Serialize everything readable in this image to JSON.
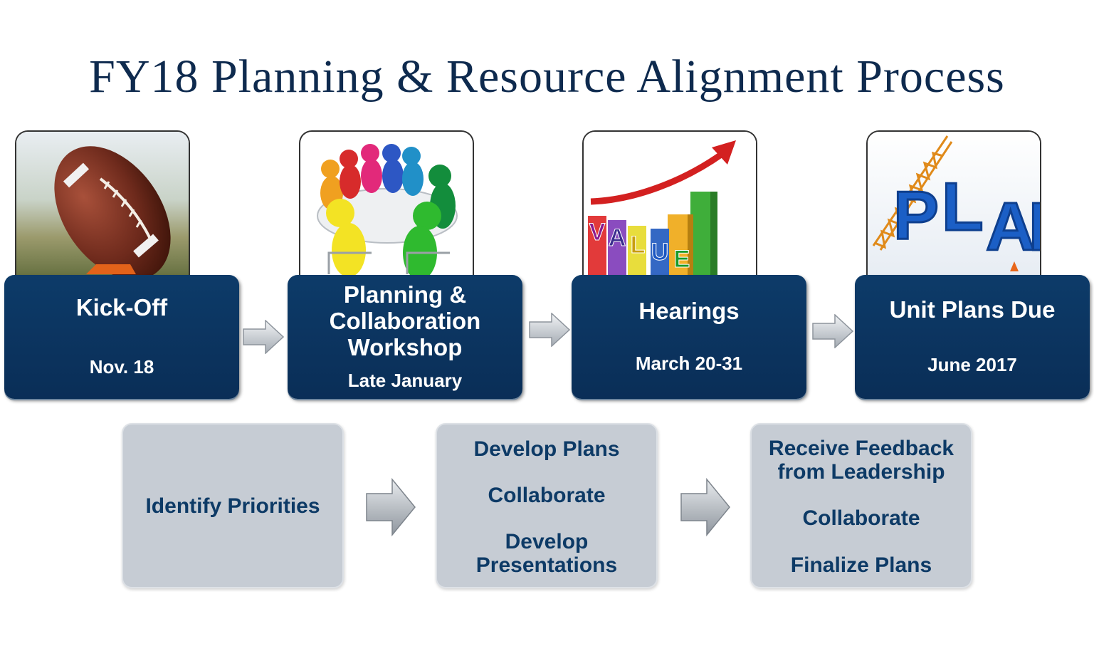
{
  "title": "FY18 Planning & Resource Alignment Process",
  "colors": {
    "title": "#0e2a4e",
    "stage_fill": "#0b325e",
    "activity_fill": "#c6ccd4",
    "activity_text": "#0d3a66"
  },
  "stages": [
    {
      "title": "Kick-Off",
      "date": "Nov. 18",
      "image": "football-photo"
    },
    {
      "title_lines": [
        "Planning &",
        "Collaboration",
        "Workshop"
      ],
      "date": "Late January",
      "image": "team-round-table-illustration"
    },
    {
      "title": "Hearings",
      "date": "March 20-31",
      "image": "value-growth-chart-illustration"
    },
    {
      "title": "Unit Plans Due",
      "date": "June 2017",
      "image": "plan-letters-crane-illustration"
    }
  ],
  "value_letters": [
    "V",
    "A",
    "L",
    "U",
    "E"
  ],
  "plan_letters": [
    "P",
    "L",
    "A",
    "N"
  ],
  "activities": [
    {
      "lines": [
        "Identify Priorities"
      ]
    },
    {
      "lines": [
        "Develop Plans",
        "Collaborate",
        "Develop",
        "Presentations"
      ]
    },
    {
      "lines": [
        "Receive Feedback",
        "from Leadership",
        "Collaborate",
        "Finalize Plans"
      ]
    }
  ]
}
